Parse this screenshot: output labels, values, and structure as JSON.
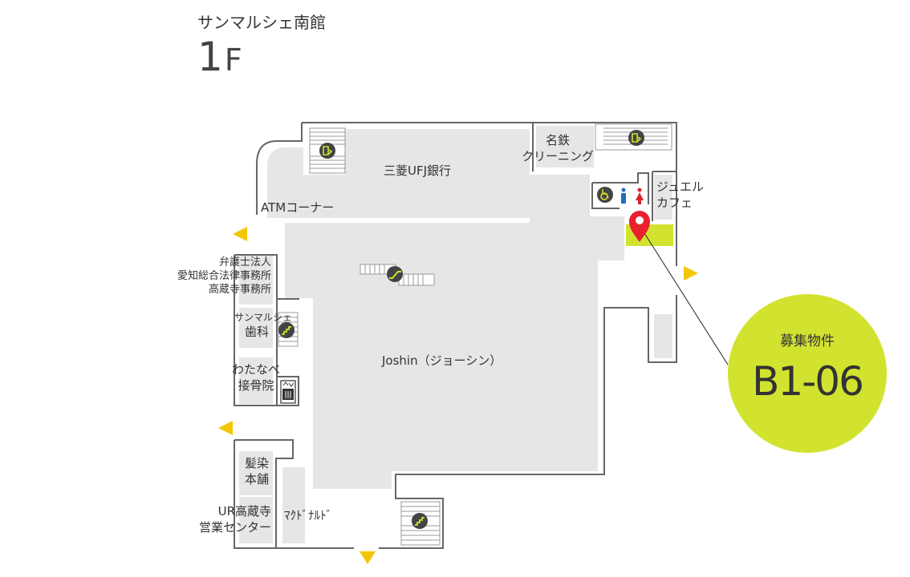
{
  "header": {
    "building_name": "サンマルシェ南館",
    "floor_number": "1",
    "floor_unit": "F"
  },
  "tenants": {
    "bank": "三菱UFJ銀行",
    "atm": "ATMコーナー",
    "cleaning_line1": "名鉄",
    "cleaning_line2": "クリーニング",
    "jewel_line1": "ジュエル",
    "jewel_line2": "カフェ",
    "law_line1": "弁護士法人",
    "law_line2": "愛知総合法律事務所",
    "law_line3": "高蔵寺事務所",
    "dental_line1": "サンマルシェ",
    "dental_line2": "歯科",
    "bone_line1": "わたなべ",
    "bone_line2": "接骨院",
    "joshin": "Joshin（ジョーシン）",
    "hair_line1": "髪染",
    "hair_line2": "本舗",
    "ur_line1": "UR高蔵寺",
    "ur_line2": "営業センター",
    "mcd": "ﾏｸﾄﾞﾅﾙﾄﾞ"
  },
  "vacancy": {
    "title": "募集物件",
    "unit": "B1-06"
  },
  "icons": {
    "entrance": "entrance-arrow-icon",
    "escalator": "escalator-icon",
    "stairs": "stairs-icon",
    "emergency_exit": "emergency-exit-icon",
    "elevator": "elevator-icon",
    "wheelchair": "wheelchair-icon",
    "male_toilet": "male-toilet-icon",
    "female_toilet": "female-toilet-icon",
    "location_pin": "location-pin-icon"
  },
  "colors": {
    "highlight": "#d2e32f",
    "entrance_arrow": "#f2c600",
    "pin": "#e8212e",
    "male": "#1f6fbf",
    "female": "#d9232e",
    "room": "#e6e6e6",
    "wall": "#666666"
  }
}
